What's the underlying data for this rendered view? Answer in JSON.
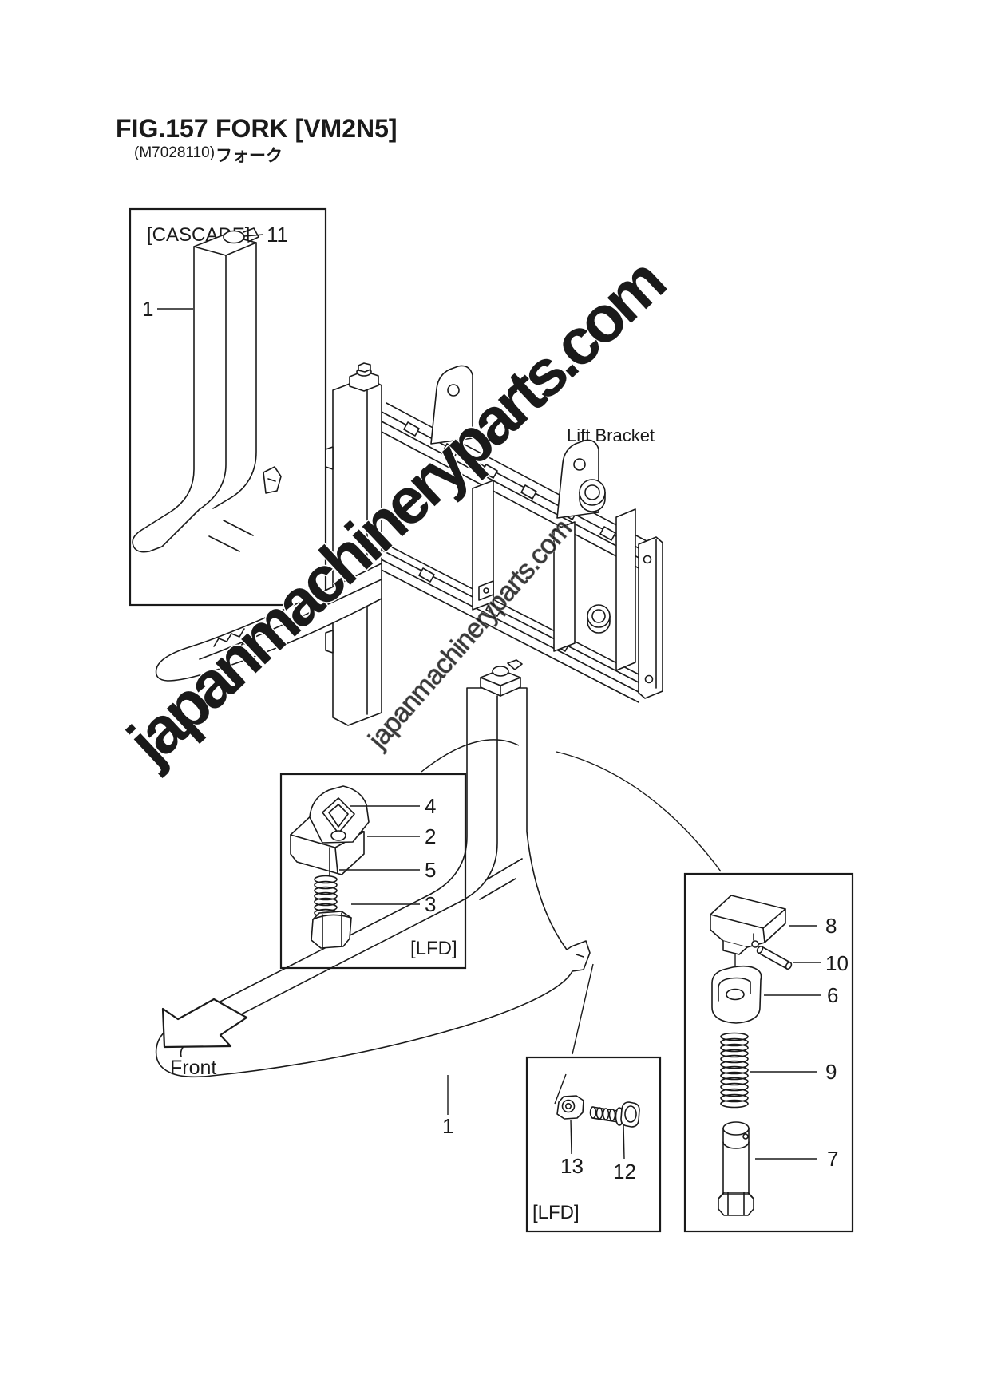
{
  "header": {
    "fig_no": "FIG.157",
    "title": "FORK [VM2N5]",
    "part_code": "(M7028110)",
    "title_jp": "フォーク"
  },
  "labels": {
    "cascade": "[CASCADE]",
    "lfd_top": "[LFD]",
    "lfd_bottom": "[LFD]",
    "lift_bracket": "Lift Bracket",
    "front": "Front"
  },
  "watermark": {
    "text": "japanmachineryparts.com",
    "fill_color": "#b4b4b4",
    "outline_color": "#9b9b9b"
  },
  "callouts": {
    "n1_cascade": "1",
    "n11": "11",
    "n4": "4",
    "n2": "2",
    "n5": "5",
    "n3": "3",
    "n1_main": "1",
    "n13": "13",
    "n12": "12",
    "n8": "8",
    "n10": "10",
    "n6": "6",
    "n9": "9",
    "n7": "7"
  }
}
